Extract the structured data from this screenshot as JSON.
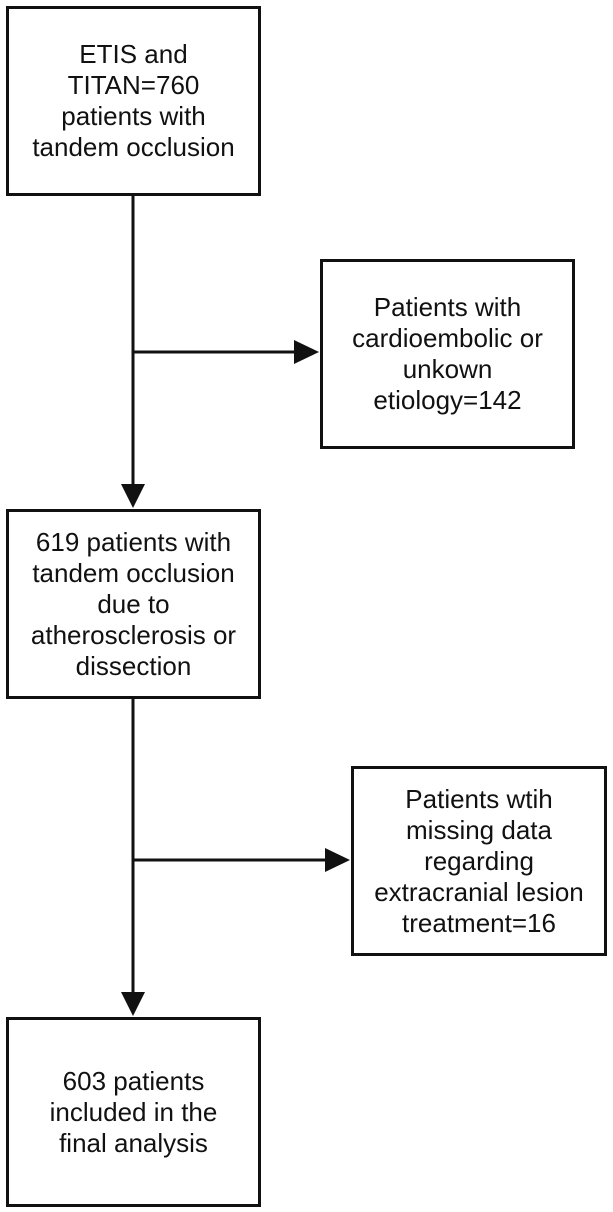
{
  "flowchart": {
    "start_box": {
      "text": "ETIS and\nTITAN=760\npatients with\ntandem occlusion"
    },
    "exclusion_1": {
      "text": "Patients with\ncardioembolic or\nunkown\netiology=142"
    },
    "middle_box": {
      "text": "619 patients with\ntandem occlusion\ndue to\natherosclerosis or\ndissection"
    },
    "exclusion_2": {
      "text": "Patients wtih\nmissing data\nregarding\nextracranial lesion\ntreatment=16"
    },
    "final_box": {
      "text": "603  patients\nincluded in the\nfinal analysis"
    }
  }
}
